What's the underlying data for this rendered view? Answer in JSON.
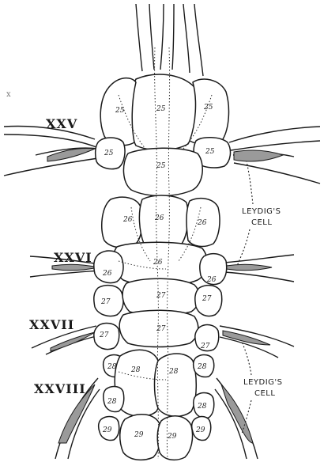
{
  "figure": {
    "segments": [
      {
        "id": "xxv",
        "label": "XXV"
      },
      {
        "id": "xxvi",
        "label": "XXVI"
      },
      {
        "id": "xxvii",
        "label": "XXVII"
      },
      {
        "id": "xxviii",
        "label": "XXVIII"
      }
    ],
    "annotations": [
      {
        "id": "leydig-upper",
        "line1": "LEYDIG'S",
        "line2": "CELL"
      },
      {
        "id": "leydig-lower",
        "line1": "LEYDIG'S",
        "line2": "CELL"
      }
    ],
    "cell_numbers": {
      "c25_center": "25",
      "c25_left_top": "25",
      "c25_right_top": "25",
      "c25_left_small": "25",
      "c25_right_small": "25",
      "c25_lower": "25",
      "c26_left": "26",
      "c26_mid": "26",
      "c26_right": "26",
      "c26_center": "26",
      "c26_left_small": "26",
      "c26_right_small": "26",
      "c27_left_a": "27",
      "c27_center_a": "27",
      "c27_right_a": "27",
      "c27_center_b": "27",
      "c27_left_b": "27",
      "c27_right_b": "27",
      "c28_left_a": "28",
      "c28_left_big": "28",
      "c28_right_big": "28",
      "c28_right_a": "28",
      "c28_left_b": "28",
      "c28_right_b": "28",
      "c29_left": "29",
      "c29_mid_left": "29",
      "c29_mid_right": "29",
      "c29_right": "29"
    }
  }
}
